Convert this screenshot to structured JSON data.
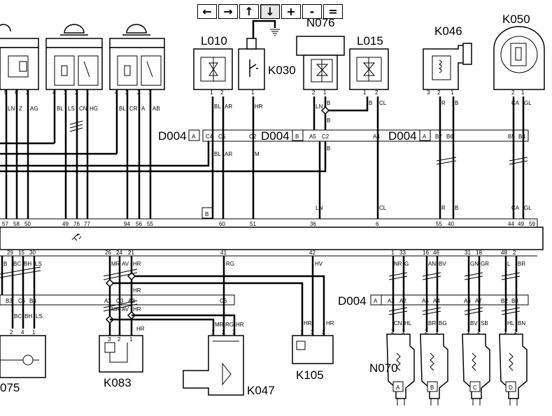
{
  "toolbar": {
    "buttons": [
      {
        "id": "pan-left",
        "icon": "arrow-left-icon",
        "glyph": "←"
      },
      {
        "id": "pan-right",
        "icon": "arrow-right-icon",
        "glyph": "→"
      },
      {
        "id": "pan-up",
        "icon": "arrow-up-icon",
        "glyph": "↑"
      },
      {
        "id": "pan-down",
        "icon": "arrow-down-icon",
        "glyph": "↓",
        "active": true
      },
      {
        "id": "zoom-in",
        "icon": "plus-icon",
        "glyph": "+"
      },
      {
        "id": "zoom-out",
        "icon": "minus-icon",
        "glyph": "-"
      },
      {
        "id": "fit",
        "icon": "equals-icon",
        "glyph": "="
      }
    ]
  },
  "components": {
    "L010": "L010",
    "K030": "K030",
    "N076": "N076",
    "L015": "L015",
    "K046": "K046",
    "K050": "K050",
    "K083": "K083",
    "K047": "K047",
    "K105": "K105",
    "N070": "N070",
    "X075": "075"
  },
  "connectors": {
    "D004A_1": "D004",
    "D004A_1_tag": "A",
    "D004B": "D004",
    "D004B_tag": "B",
    "D004A_2": "D004",
    "D004A_2_tag": "A",
    "D004A_3": "D004",
    "D004A_3_tag": "A",
    "B_box": "B"
  },
  "top_left_pins": {
    "c1": [
      "5",
      "6",
      "2"
    ],
    "c2": [
      "4",
      "3",
      "2",
      "1"
    ],
    "c3": [
      "4",
      "3",
      "2",
      "1"
    ]
  },
  "top_left_wires": [
    "LN",
    "Z",
    "AG",
    "BL",
    "LS",
    "CN",
    "HG",
    "BL",
    "CR",
    "A",
    "AB"
  ],
  "bus_top_numbers": [
    "57",
    "58",
    "50",
    "49",
    "76",
    "77",
    "94",
    "56",
    "55",
    "60",
    "51",
    "36",
    "6",
    "55",
    "40",
    "44",
    "49",
    "59"
  ],
  "bus_bottom_numbers": [
    "29",
    "15",
    "30",
    "26",
    "24",
    "21",
    "41",
    "42",
    "1",
    "33",
    "16",
    "46",
    "31",
    "18",
    "48",
    "2"
  ],
  "upper_pins": {
    "L010": [
      "1",
      "2"
    ],
    "K030": [
      "1"
    ],
    "N076": [
      "2",
      "1"
    ],
    "L015": [
      "1",
      "2"
    ],
    "K046": [
      "3",
      "2",
      "1"
    ],
    "K050": [
      "2",
      "1"
    ]
  },
  "upper_wires": {
    "L010": [
      "BL",
      "AR"
    ],
    "K030": [
      "HR",
      "M"
    ],
    "N076": [
      "LN",
      "B",
      "B",
      "B",
      "LN"
    ],
    "L015": [
      "CL",
      "CL"
    ],
    "K046": [
      "R",
      "B",
      "R",
      "B"
    ],
    "K050": [
      "CA",
      "GL",
      "CA",
      "GL"
    ]
  },
  "upper_cavities": {
    "a1": [
      "C4",
      "C5",
      "C2"
    ],
    "b": [
      "A5",
      "C2",
      "A4"
    ],
    "a2": [
      "B7",
      "B6",
      "B5",
      "B4"
    ]
  },
  "lower_wires": {
    "left": [
      "B",
      "BC",
      "BH",
      "LS"
    ],
    "mid": [
      "MR",
      "AV",
      "HR",
      "HR",
      "MR",
      "AV",
      "HR",
      "HR"
    ],
    "k047": [
      "MR",
      "RG",
      "HR"
    ],
    "rg": "RG",
    "hv": "HV",
    "k105": [
      "HR",
      "HR"
    ],
    "n070_top": [
      "NR",
      "G",
      "AN",
      "BV",
      "GN",
      "GR",
      "L",
      "BR"
    ],
    "n070_bot": [
      "CN",
      "HL",
      "BR",
      "BG",
      "BV",
      "SB",
      "HL",
      "BN"
    ]
  },
  "lower_cavities": {
    "left": [
      "B3",
      "C5",
      "B4"
    ],
    "mid": [
      "A2",
      "C3",
      "A3",
      "C6"
    ],
    "n070": [
      "A3",
      "A2",
      "A5",
      "A4",
      "A6",
      "A7",
      "B2",
      "B3"
    ]
  },
  "lower_pins": {
    "X075": [
      "2",
      "4",
      "1"
    ],
    "K083": [
      "3",
      "2",
      "1"
    ],
    "K047": [
      "1",
      "2",
      "3"
    ],
    "K105": [
      "1",
      "3",
      "2"
    ],
    "N070": [
      "2",
      "1",
      "2",
      "1",
      "1",
      "2",
      "1",
      "2"
    ]
  },
  "injector_tags": [
    "A",
    "B",
    "C",
    "D"
  ]
}
